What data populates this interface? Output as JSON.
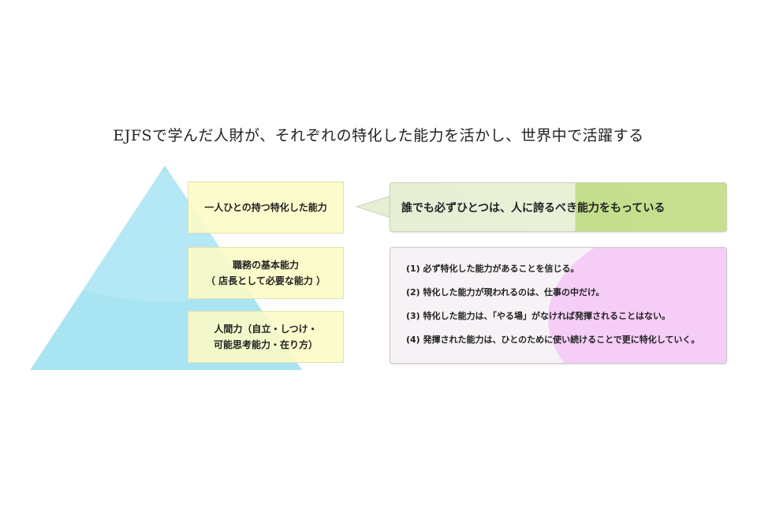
{
  "heading": "EJFSで学んだ人財が、それぞれの特化した能力を活かし、世界中で活躍する",
  "pyramid": {
    "levels": [
      {
        "lines": [
          "一人ひとの持つ特化した能力"
        ]
      },
      {
        "lines": [
          "職務の基本能力",
          "（ 店長として必要な能力 ）"
        ]
      },
      {
        "lines": [
          "人間力（自立・しつけ・",
          "可能思考能力・在り方）"
        ]
      }
    ]
  },
  "callout": "誰でも必ずひとつは、人に誇るべき能力をもっている",
  "points": [
    "(1)  必ず特化した能力があることを信じる。",
    "(2)  特化した能力が現われるのは、仕事の中だけ。",
    "(3)  特化した能力は、「やる場」がなければ発揮されることはない。",
    "(4)  発揮された能力は、ひとのために使い続けることで更に特化していく。"
  ],
  "colors": {
    "pyramid": "#a9e4f2",
    "level_box": "#fcfac4",
    "callout_light": "#e6efd4",
    "callout_dark": "#c3de8c",
    "points_bg": "#f6cdf6"
  }
}
